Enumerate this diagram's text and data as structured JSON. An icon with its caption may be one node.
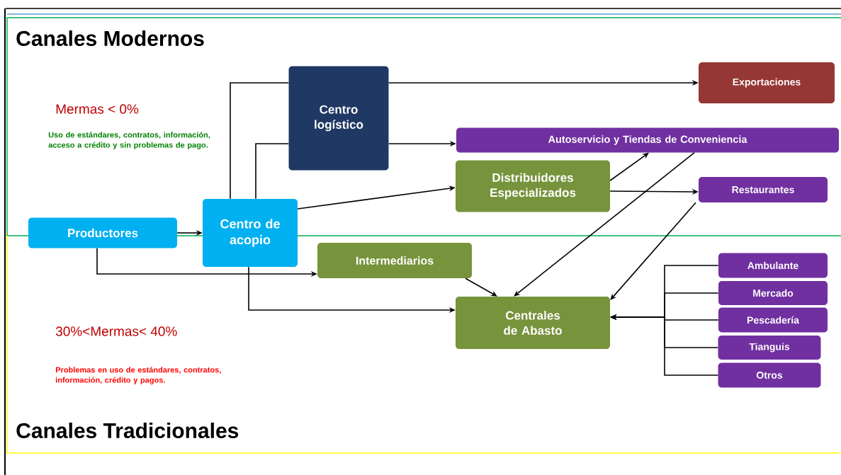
{
  "diagram": {
    "nodes": [
      {
        "text": [
          "Productores"
        ]
      },
      {
        "text": [
          "Centro de acopio"
        ]
      },
      {
        "text": [
          "Centro logístico"
        ]
      },
      {
        "text": [
          "Exportaciones"
        ]
      },
      {
        "text": [
          "Autoservicio y Tiendas de Conveniencia"
        ]
      },
      {
        "text": [
          "Distribuidores Especializados"
        ]
      },
      {
        "text": [
          "Restaurantes"
        ]
      },
      {
        "text": [
          "Intermediarios"
        ]
      },
      {
        "text": [
          "Centrales de Abasto"
        ]
      },
      {
        "text": [
          "Ambulante"
        ]
      },
      {
        "text": [
          "Mercado"
        ]
      },
      {
        "text": [
          "Pescadería"
        ]
      },
      {
        "text": [
          "Tianguis"
        ]
      },
      {
        "text": [
          "Otros"
        ]
      }
    ],
    "edges": [
      {
        "from": 0,
        "to": 1,
        "arrow": "to"
      },
      {
        "from": 1,
        "to": 2,
        "arrow": "none"
      },
      {
        "from": 1,
        "to": 2,
        "arrow": "none"
      },
      {
        "from": 2,
        "to": 3,
        "arrow": "to"
      },
      {
        "from": 2,
        "to": 4,
        "arrow": "to"
      },
      {
        "from": 1,
        "to": 5,
        "arrow": "to"
      },
      {
        "from": 5,
        "to": 4,
        "arrow": "to"
      },
      {
        "from": 5,
        "to": 6,
        "arrow": "to"
      },
      {
        "from": 4,
        "to": 8,
        "arrow": "to"
      },
      {
        "from": 6,
        "to": 8,
        "arrow": "to"
      },
      {
        "from": 0,
        "to": 7,
        "arrow": "to"
      },
      {
        "from": 7,
        "to": 8,
        "arrow": "to"
      },
      {
        "from": 1,
        "to": 8,
        "arrow": "to"
      },
      {
        "from": 9,
        "to": 8,
        "arrow": "to"
      },
      {
        "from": 10,
        "to": 8,
        "arrow": "to"
      },
      {
        "from": 11,
        "to": 8,
        "arrow": "to"
      },
      {
        "from": 12,
        "to": 8,
        "arrow": "to"
      },
      {
        "from": 13,
        "to": 8,
        "arrow": "to"
      }
    ],
    "labels": [
      "Canales Modernos",
      "Mermas < 0%",
      "Uso de estándares, contratos, información, acceso a crédito y sin problemas de pago.",
      "30%<Mermas< 40%",
      "Problemas en uso de estándares, contratos, información, crédito y pagos.",
      "Canales Tradicionales"
    ]
  }
}
